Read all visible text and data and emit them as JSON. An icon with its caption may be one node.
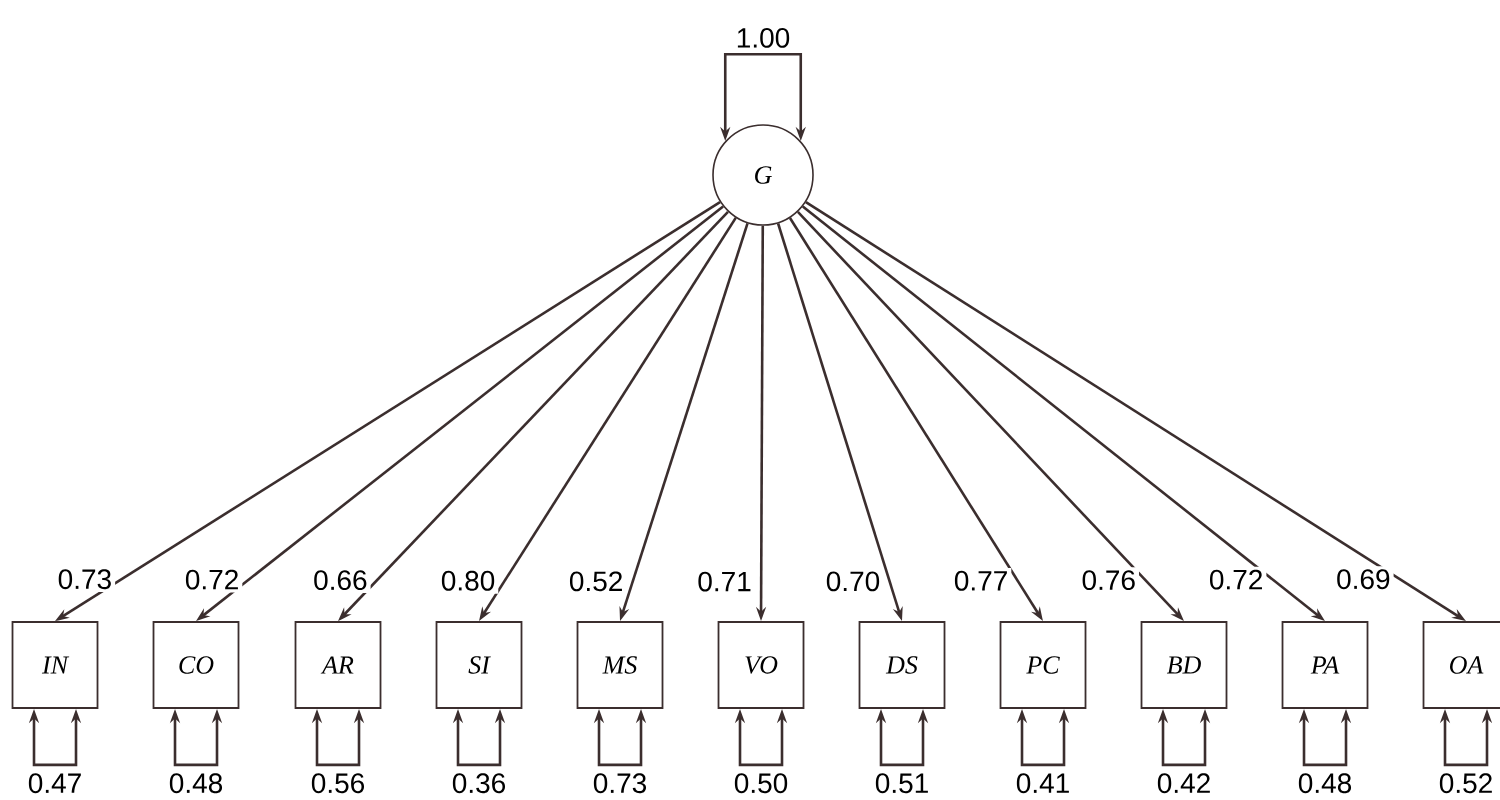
{
  "diagram": {
    "nodes": [
      {
        "text": [
          "G"
        ]
      },
      {
        "text": [
          "IN"
        ]
      },
      {
        "text": [
          "CO"
        ]
      },
      {
        "text": [
          "AR"
        ]
      },
      {
        "text": [
          "SI"
        ]
      },
      {
        "text": [
          "MS"
        ]
      },
      {
        "text": [
          "VO"
        ]
      },
      {
        "text": [
          "DS"
        ]
      },
      {
        "text": [
          "PC"
        ]
      },
      {
        "text": [
          "BD"
        ]
      },
      {
        "text": [
          "PA"
        ]
      },
      {
        "text": [
          "OA"
        ]
      }
    ],
    "edges": [
      {
        "from": 0,
        "to": 0,
        "arrow": "both",
        "label": "1.00"
      },
      {
        "from": 0,
        "to": 1,
        "arrow": "to",
        "label": "0.73"
      },
      {
        "from": 0,
        "to": 2,
        "arrow": "to",
        "label": "0.72"
      },
      {
        "from": 0,
        "to": 3,
        "arrow": "to",
        "label": "0.66"
      },
      {
        "from": 0,
        "to": 4,
        "arrow": "to",
        "label": "0.80"
      },
      {
        "from": 0,
        "to": 5,
        "arrow": "to",
        "label": "0.52"
      },
      {
        "from": 0,
        "to": 6,
        "arrow": "to",
        "label": "0.71"
      },
      {
        "from": 0,
        "to": 7,
        "arrow": "to",
        "label": "0.70"
      },
      {
        "from": 0,
        "to": 8,
        "arrow": "to",
        "label": "0.77"
      },
      {
        "from": 0,
        "to": 9,
        "arrow": "to",
        "label": "0.76"
      },
      {
        "from": 0,
        "to": 10,
        "arrow": "to",
        "label": "0.72"
      },
      {
        "from": 0,
        "to": 11,
        "arrow": "to",
        "label": "0.69"
      },
      {
        "from": 1,
        "to": 1,
        "arrow": "both",
        "label": "0.47"
      },
      {
        "from": 2,
        "to": 2,
        "arrow": "both",
        "label": "0.48"
      },
      {
        "from": 3,
        "to": 3,
        "arrow": "both",
        "label": "0.56"
      },
      {
        "from": 4,
        "to": 4,
        "arrow": "both",
        "label": "0.36"
      },
      {
        "from": 5,
        "to": 5,
        "arrow": "both",
        "label": "0.73"
      },
      {
        "from": 6,
        "to": 6,
        "arrow": "both",
        "label": "0.50"
      },
      {
        "from": 7,
        "to": 7,
        "arrow": "both",
        "label": "0.51"
      },
      {
        "from": 8,
        "to": 8,
        "arrow": "both",
        "label": "0.41"
      },
      {
        "from": 9,
        "to": 9,
        "arrow": "both",
        "label": "0.42"
      },
      {
        "from": 10,
        "to": 10,
        "arrow": "both",
        "label": "0.48"
      },
      {
        "from": 11,
        "to": 11,
        "arrow": "both",
        "label": "0.52"
      }
    ]
  }
}
